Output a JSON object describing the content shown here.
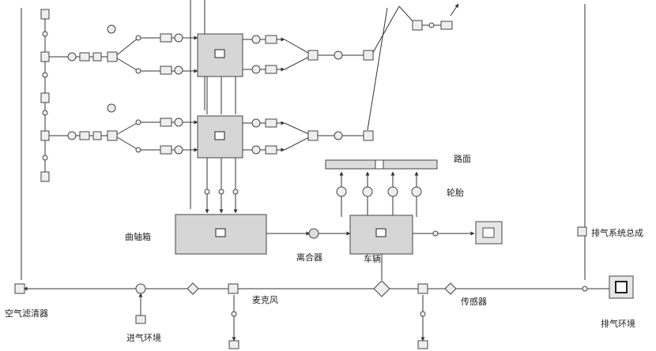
{
  "labels": {
    "road": "路面",
    "tire": "轮胎",
    "crankcase": "曲轴箱",
    "clutch": "离合器",
    "vehicle": "车辆",
    "exhaust_system": "排气系统总成",
    "air_filter": "空气滤清器",
    "intake_env": "进气环境",
    "microphone": "麦克风",
    "sensor": "传感器",
    "exhaust_env": "排气环境"
  },
  "colors": {
    "line": "#333333",
    "block_fill": "#d6d6d6",
    "block_stroke": "#444444",
    "small_fill": "#eeeeee"
  }
}
